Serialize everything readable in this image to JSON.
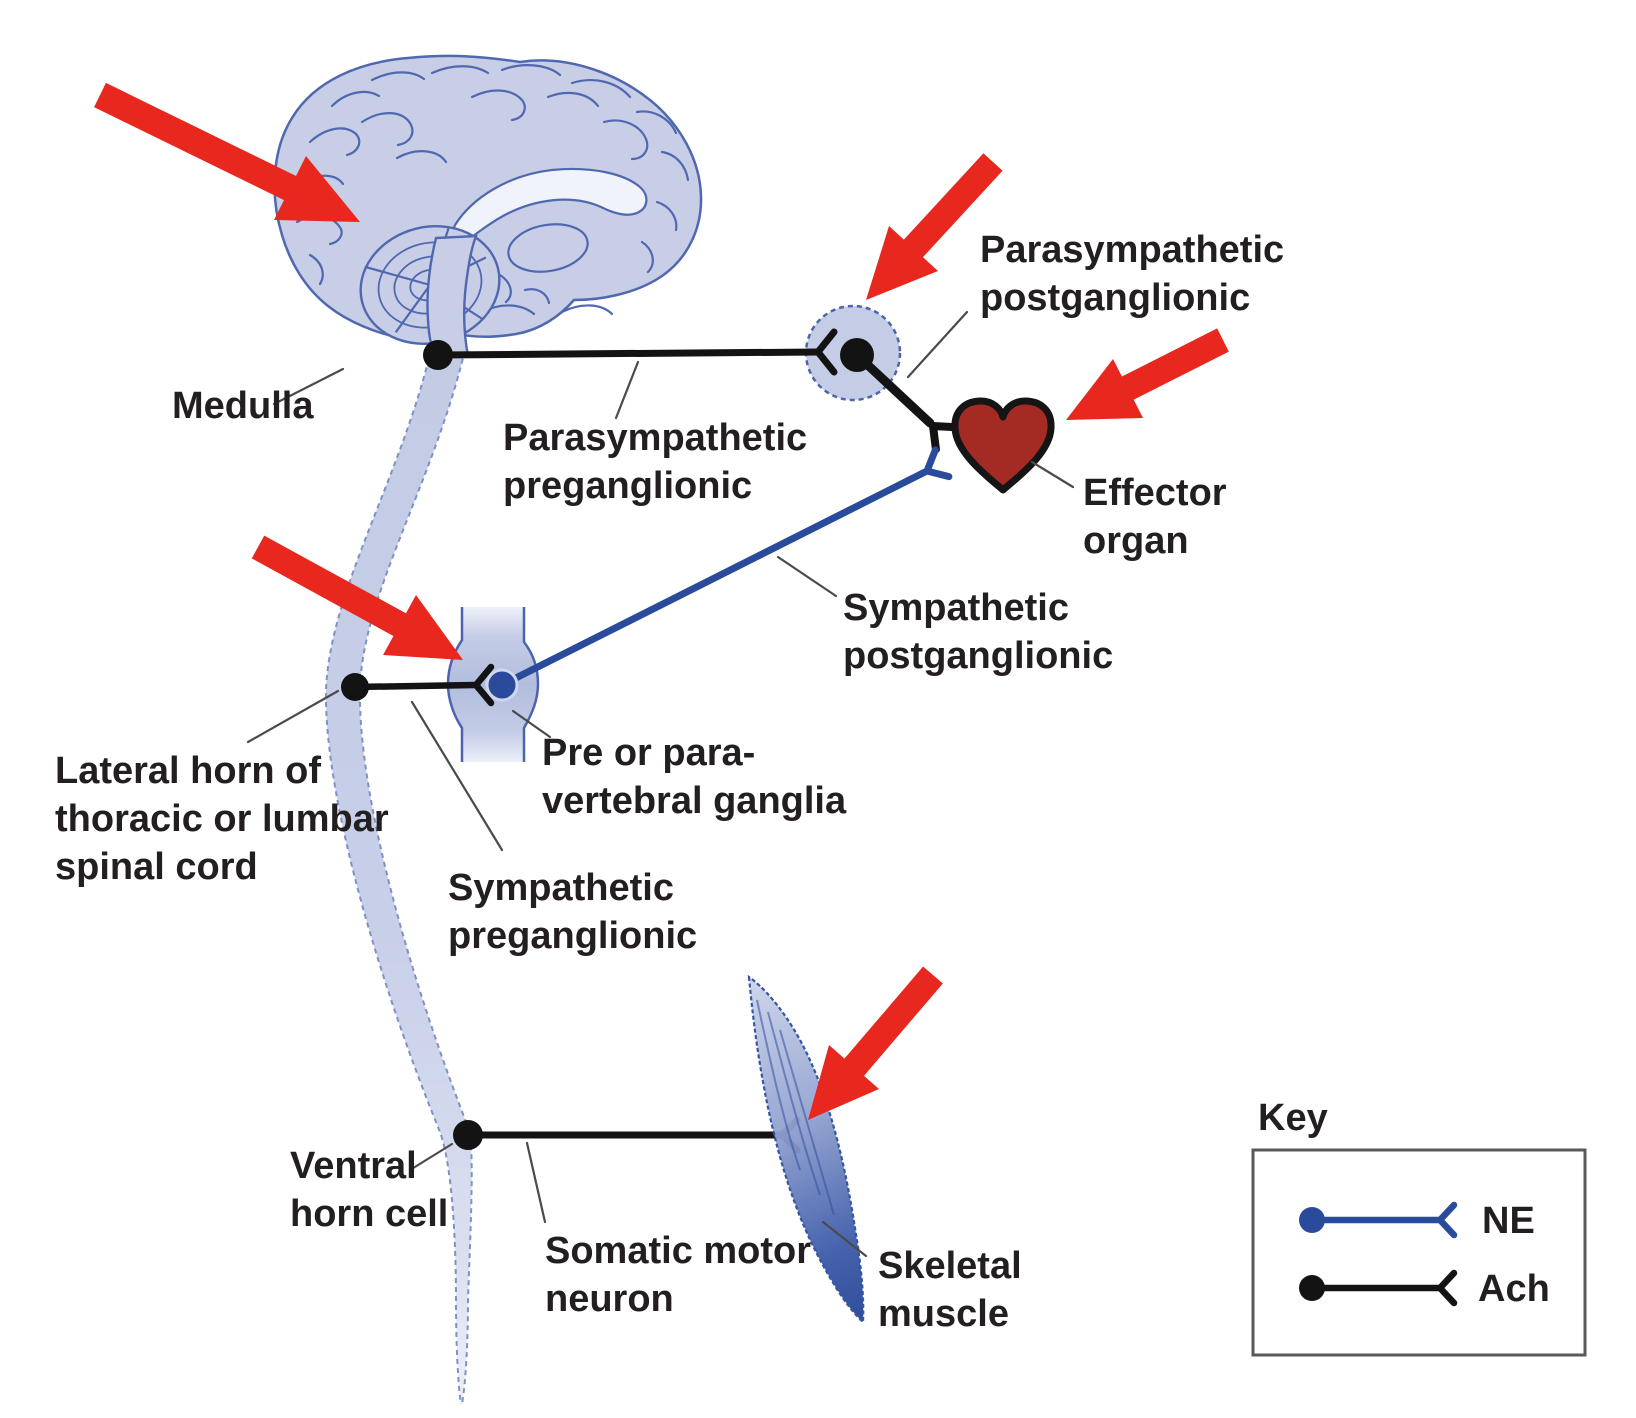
{
  "labels": {
    "medulla": "Medulla",
    "parasympathetic_preganglionic": [
      "Parasympathetic",
      "preganglionic"
    ],
    "parasympathetic_postganglionic": [
      "Parasympathetic",
      "postganglionic"
    ],
    "effector_organ": [
      "Effector",
      "organ"
    ],
    "sympathetic_postganglionic": [
      "Sympathetic",
      "postganglionic"
    ],
    "lateral_horn": [
      "Lateral horn of",
      "thoracic or lumbar",
      "spinal cord"
    ],
    "prevertebral_ganglia": [
      "Pre or para-",
      "vertebral ganglia"
    ],
    "sympathetic_preganglionic": [
      "Sympathetic",
      "preganglionic"
    ],
    "ventral_horn_cell": [
      "Ventral",
      "horn cell"
    ],
    "somatic_motor_neuron": [
      "Somatic motor",
      "neuron"
    ],
    "skeletal_muscle": [
      "Skeletal",
      "muscle"
    ]
  },
  "key": {
    "title": "Key",
    "entries": [
      {
        "label": "NE",
        "color": "#2a4b9b"
      },
      {
        "label": "Ach",
        "color": "#131313"
      }
    ]
  },
  "colors": {
    "arrow_red": "#e8281e",
    "neuron_black": "#131313",
    "neuron_blue": "#2a4b9b",
    "brain_fill": "#c7cee6",
    "brain_outline": "#5068b0",
    "heart_fill": "#a32b24",
    "text": "#231f20"
  }
}
